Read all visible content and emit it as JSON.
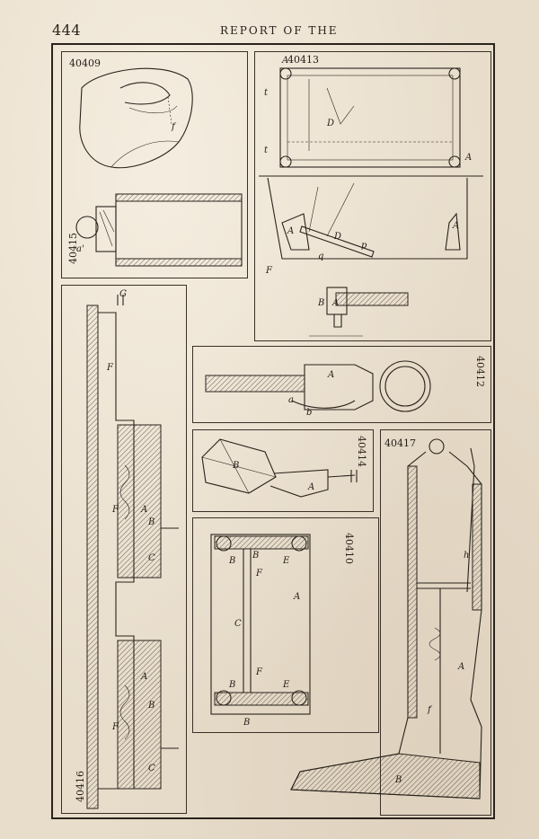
{
  "header": {
    "page_number": "444",
    "running_title": "REPORT OF THE"
  },
  "figures": {
    "f40409": {
      "number": "40409",
      "labels": [
        "f"
      ]
    },
    "f40415": {
      "number": "40415",
      "labels": [
        "a'"
      ]
    },
    "f40413": {
      "number": "40413",
      "labels": [
        "A",
        "t",
        "t",
        "D",
        "A",
        "A",
        "A",
        "D",
        "p",
        "q",
        "F",
        "B",
        "A"
      ]
    },
    "f40412": {
      "number": "40412",
      "labels": [
        "A",
        "a",
        "b"
      ]
    },
    "f40414": {
      "number": "40414",
      "labels": [
        "B",
        "A"
      ]
    },
    "f40410": {
      "number": "40410",
      "labels": [
        "B",
        "B",
        "E",
        "F",
        "C",
        "A",
        "F",
        "B",
        "E",
        "B"
      ]
    },
    "f40417": {
      "number": "40417",
      "labels": [
        "h",
        "A",
        "f",
        "B"
      ]
    },
    "f40416": {
      "number": "40416",
      "labels": [
        "G",
        "F",
        "F",
        "A",
        "B",
        "C",
        "A",
        "B",
        "F",
        "C"
      ]
    }
  }
}
